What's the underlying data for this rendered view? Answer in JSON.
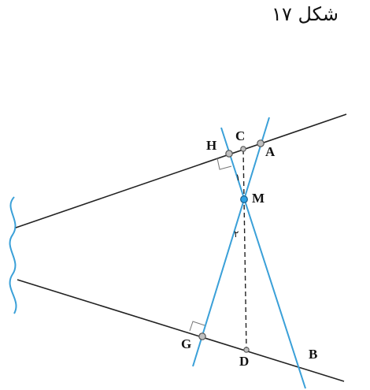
{
  "title": "شکل ۱۷",
  "points": {
    "H": "H",
    "C": "C",
    "A": "A",
    "M": "M",
    "G": "G",
    "D": "D",
    "B": "B"
  },
  "angles": {
    "angle_1": "۱",
    "angle_2": "۲"
  },
  "colors": {
    "lines": "#222222",
    "transversals": "#3aa0d8",
    "wavy_edge": "#3aa0d8",
    "point_fill": "#bfbfbf",
    "midpoint_fill": "#2fa3e6"
  }
}
